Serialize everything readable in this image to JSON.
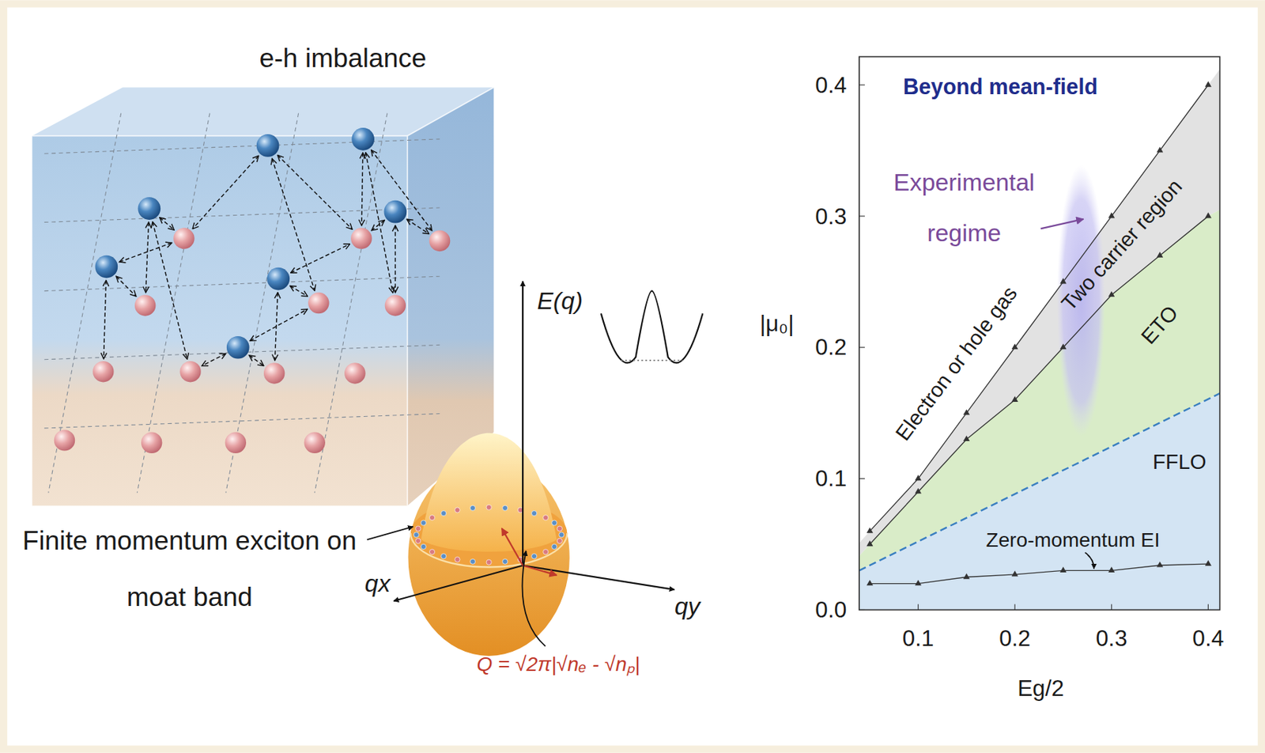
{
  "diagram": {
    "labels": [
      "e-h imbalance",
      "Finite momentum exciton on moat band",
      "E(q)",
      "qx",
      "qy",
      "Q = √2π|√nₑ - √nₚ|",
      "Beyond mean-field",
      "Experimental regime",
      "Electron or hole gas",
      "Two carrier region",
      "ETO",
      "FFLO",
      "Zero-momentum EI",
      "|μ₀|",
      "0.4",
      "0.3",
      "0.2",
      "0.1",
      "0.0",
      "0.1",
      "0.2",
      "0.3",
      "0.4",
      "Eg/2"
    ]
  }
}
